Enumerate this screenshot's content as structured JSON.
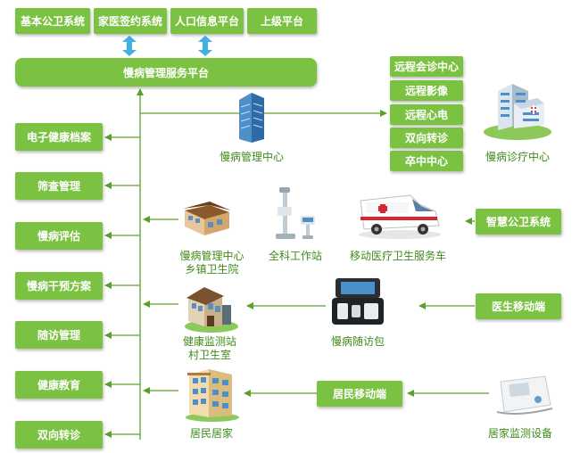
{
  "top_systems": [
    "基本公卫系统",
    "家医签约系统",
    "人口信息平台",
    "上级平台"
  ],
  "platform": "慢病管理服务平台",
  "left_modules": [
    "电子健康档案",
    "筛查管理",
    "慢病评估",
    "慢病干预方案",
    "随访管理",
    "健康教育",
    "双向转诊"
  ],
  "services": [
    "远程会诊中心",
    "远程影像",
    "远程心电",
    "双向转诊",
    "卒中中心"
  ],
  "nodes": {
    "center": "慢病管理中心",
    "diag_center": "慢病诊疗中心",
    "township_line1": "慢病管理中心",
    "township_line2": "乡镇卫生院",
    "workstation": "全科工作站",
    "vehicle": "移动医疗卫生服务车",
    "station_line1": "健康监测站",
    "station_line2": "村卫生室",
    "bag": "慢病随访包",
    "home": "居民居家",
    "device": "居家监测设备"
  },
  "right_boxes": {
    "smart": "智慧公卫系统",
    "doctor": "医生移动端",
    "resident": "居民移动端"
  },
  "colors": {
    "green": "#7cc242",
    "label": "#3f8a1a",
    "arrow": "#5aa02c"
  }
}
